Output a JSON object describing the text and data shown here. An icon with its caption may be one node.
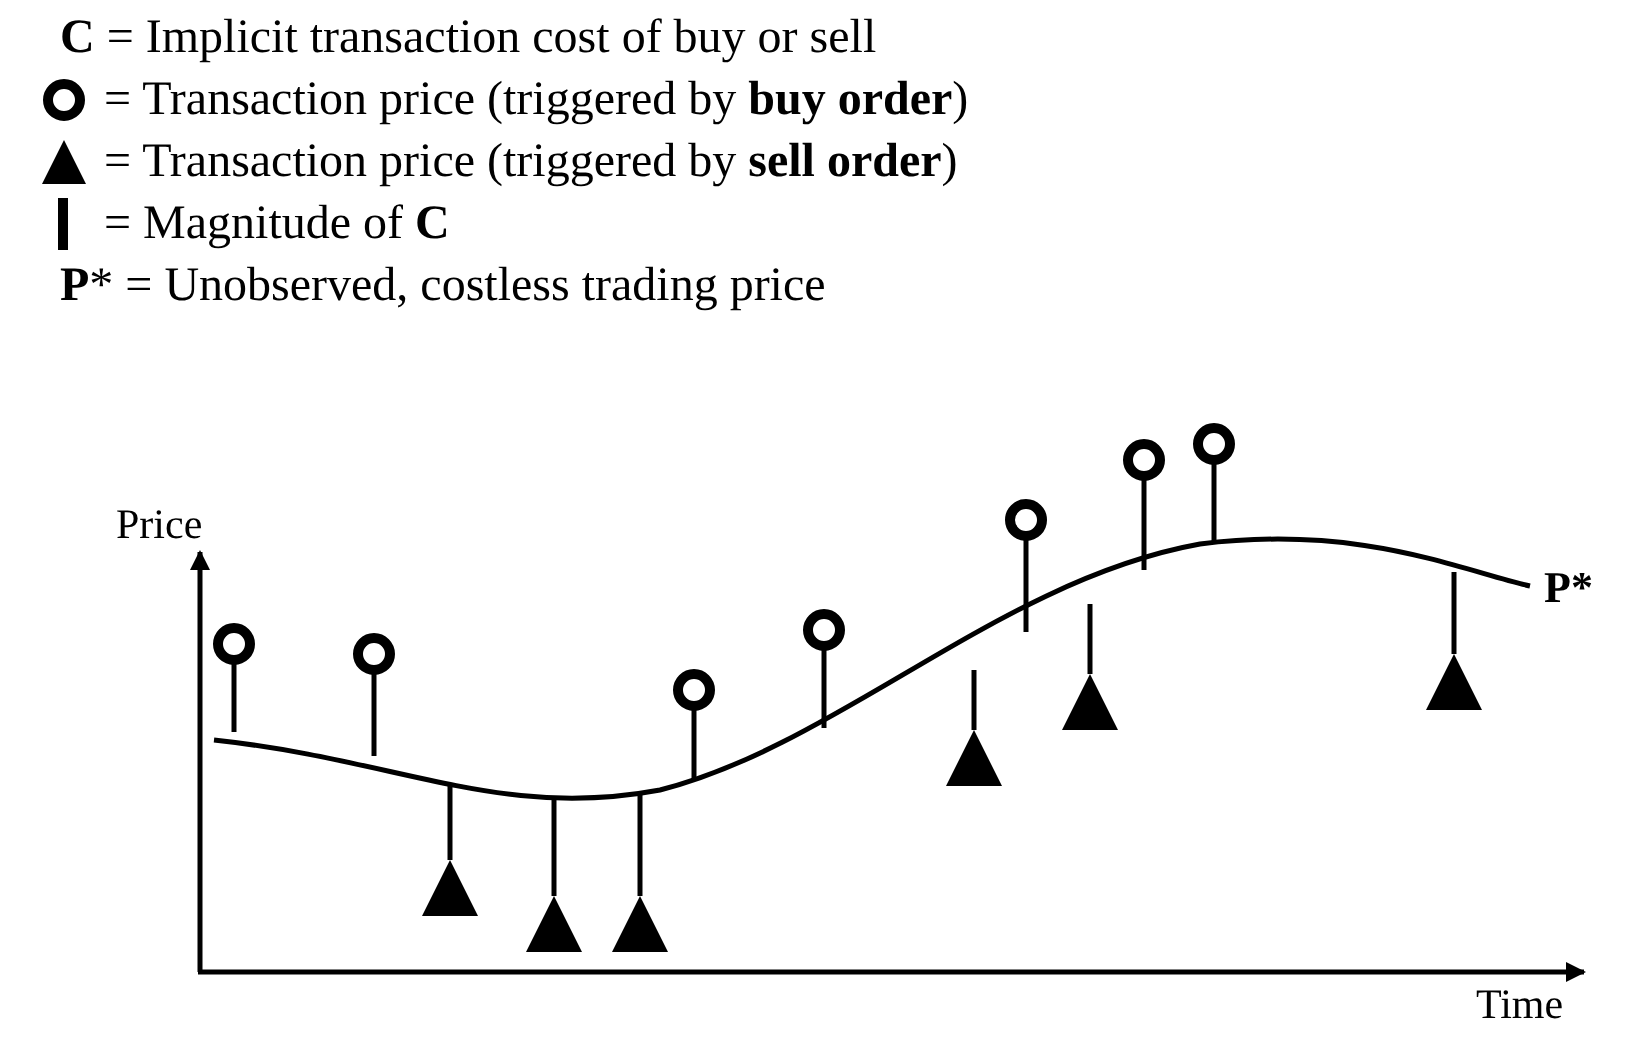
{
  "diagram": {
    "labels": [
      "Price",
      "P*",
      "Time"
    ],
    "legend": [
      {
        "text": "**C** = Implicit transaction cost of buy or sell"
      },
      {
        "text": "= Transaction price (triggered by **buy order**)"
      },
      {
        "text": "= Transaction price (triggered by **sell order**)"
      },
      {
        "text": "= Magnitude of **C**"
      },
      {
        "text": "**P*** = Unobserved, costless trading price"
      }
    ]
  }
}
